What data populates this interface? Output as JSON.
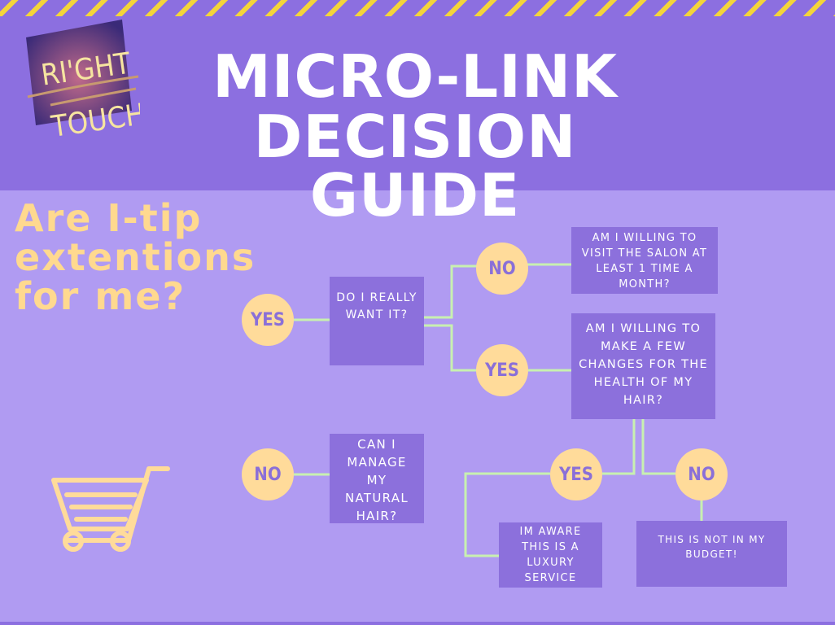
{
  "header": {
    "title_line1": "MICRO-LINK",
    "title_line2": "DECISION GUIDE",
    "logo_text": "RI'GHT TOUCH"
  },
  "question": "Are I-tip\nextentions\nfor me?",
  "nodes": {
    "yes1": "YES",
    "no_top": "NO",
    "yes_mid": "YES",
    "no_left": "NO",
    "yes_bottom": "YES",
    "no_bottom": "NO",
    "really_want": "DO I REALLY WANT  IT?",
    "visit_salon": "AM I WILLING TO VISIT THE SALON AT LEAST 1 TIME A MONTH?",
    "make_changes": "AM I WILLING TO MAKE A FEW CHANGES FOR THE HEALTH OF MY HAIR?",
    "manage_natural": "CAN I MANAGE MY NATURAL HAIR?",
    "luxury": "IM AWARE THIS IS A LUXURY SERVICE",
    "budget": "THIS IS NOT IN MY BUDGET!"
  },
  "colors": {
    "header": "#8c6fe0",
    "background": "#b09bf2",
    "box": "#8c70dc",
    "circle": "#ffdb9a",
    "connector": "#c8f0b0",
    "accent_text": "#ffd98f"
  },
  "icons": [
    "shopping-cart-icon"
  ]
}
